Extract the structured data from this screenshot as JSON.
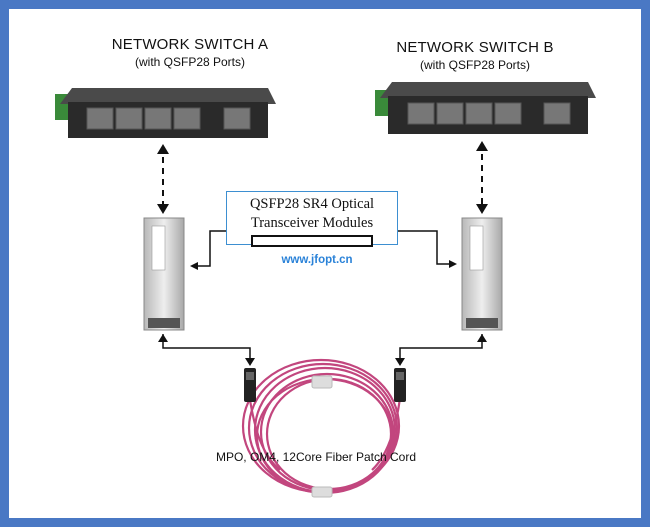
{
  "switch_a": {
    "title": "NETWORK SWITCH A",
    "subtitle": "(with QSFP28 Ports)"
  },
  "switch_b": {
    "title": "NETWORK SWITCH B",
    "subtitle": "(with QSFP28 Ports)"
  },
  "module_caption": {
    "line1": "QSFP28 SR4 Optical",
    "line2": "Transceiver Modules"
  },
  "website": "www.jfopt.cn",
  "cord_label": "MPO, OM4, 12Core Fiber Patch Cord",
  "colors": {
    "frame": "#4a78c4",
    "caption_border": "#3d8fd1",
    "website": "#2a82d8",
    "fiber": "#c2467e",
    "switch_body": "#2a2a2a",
    "terminal": "#3a8a3a"
  }
}
